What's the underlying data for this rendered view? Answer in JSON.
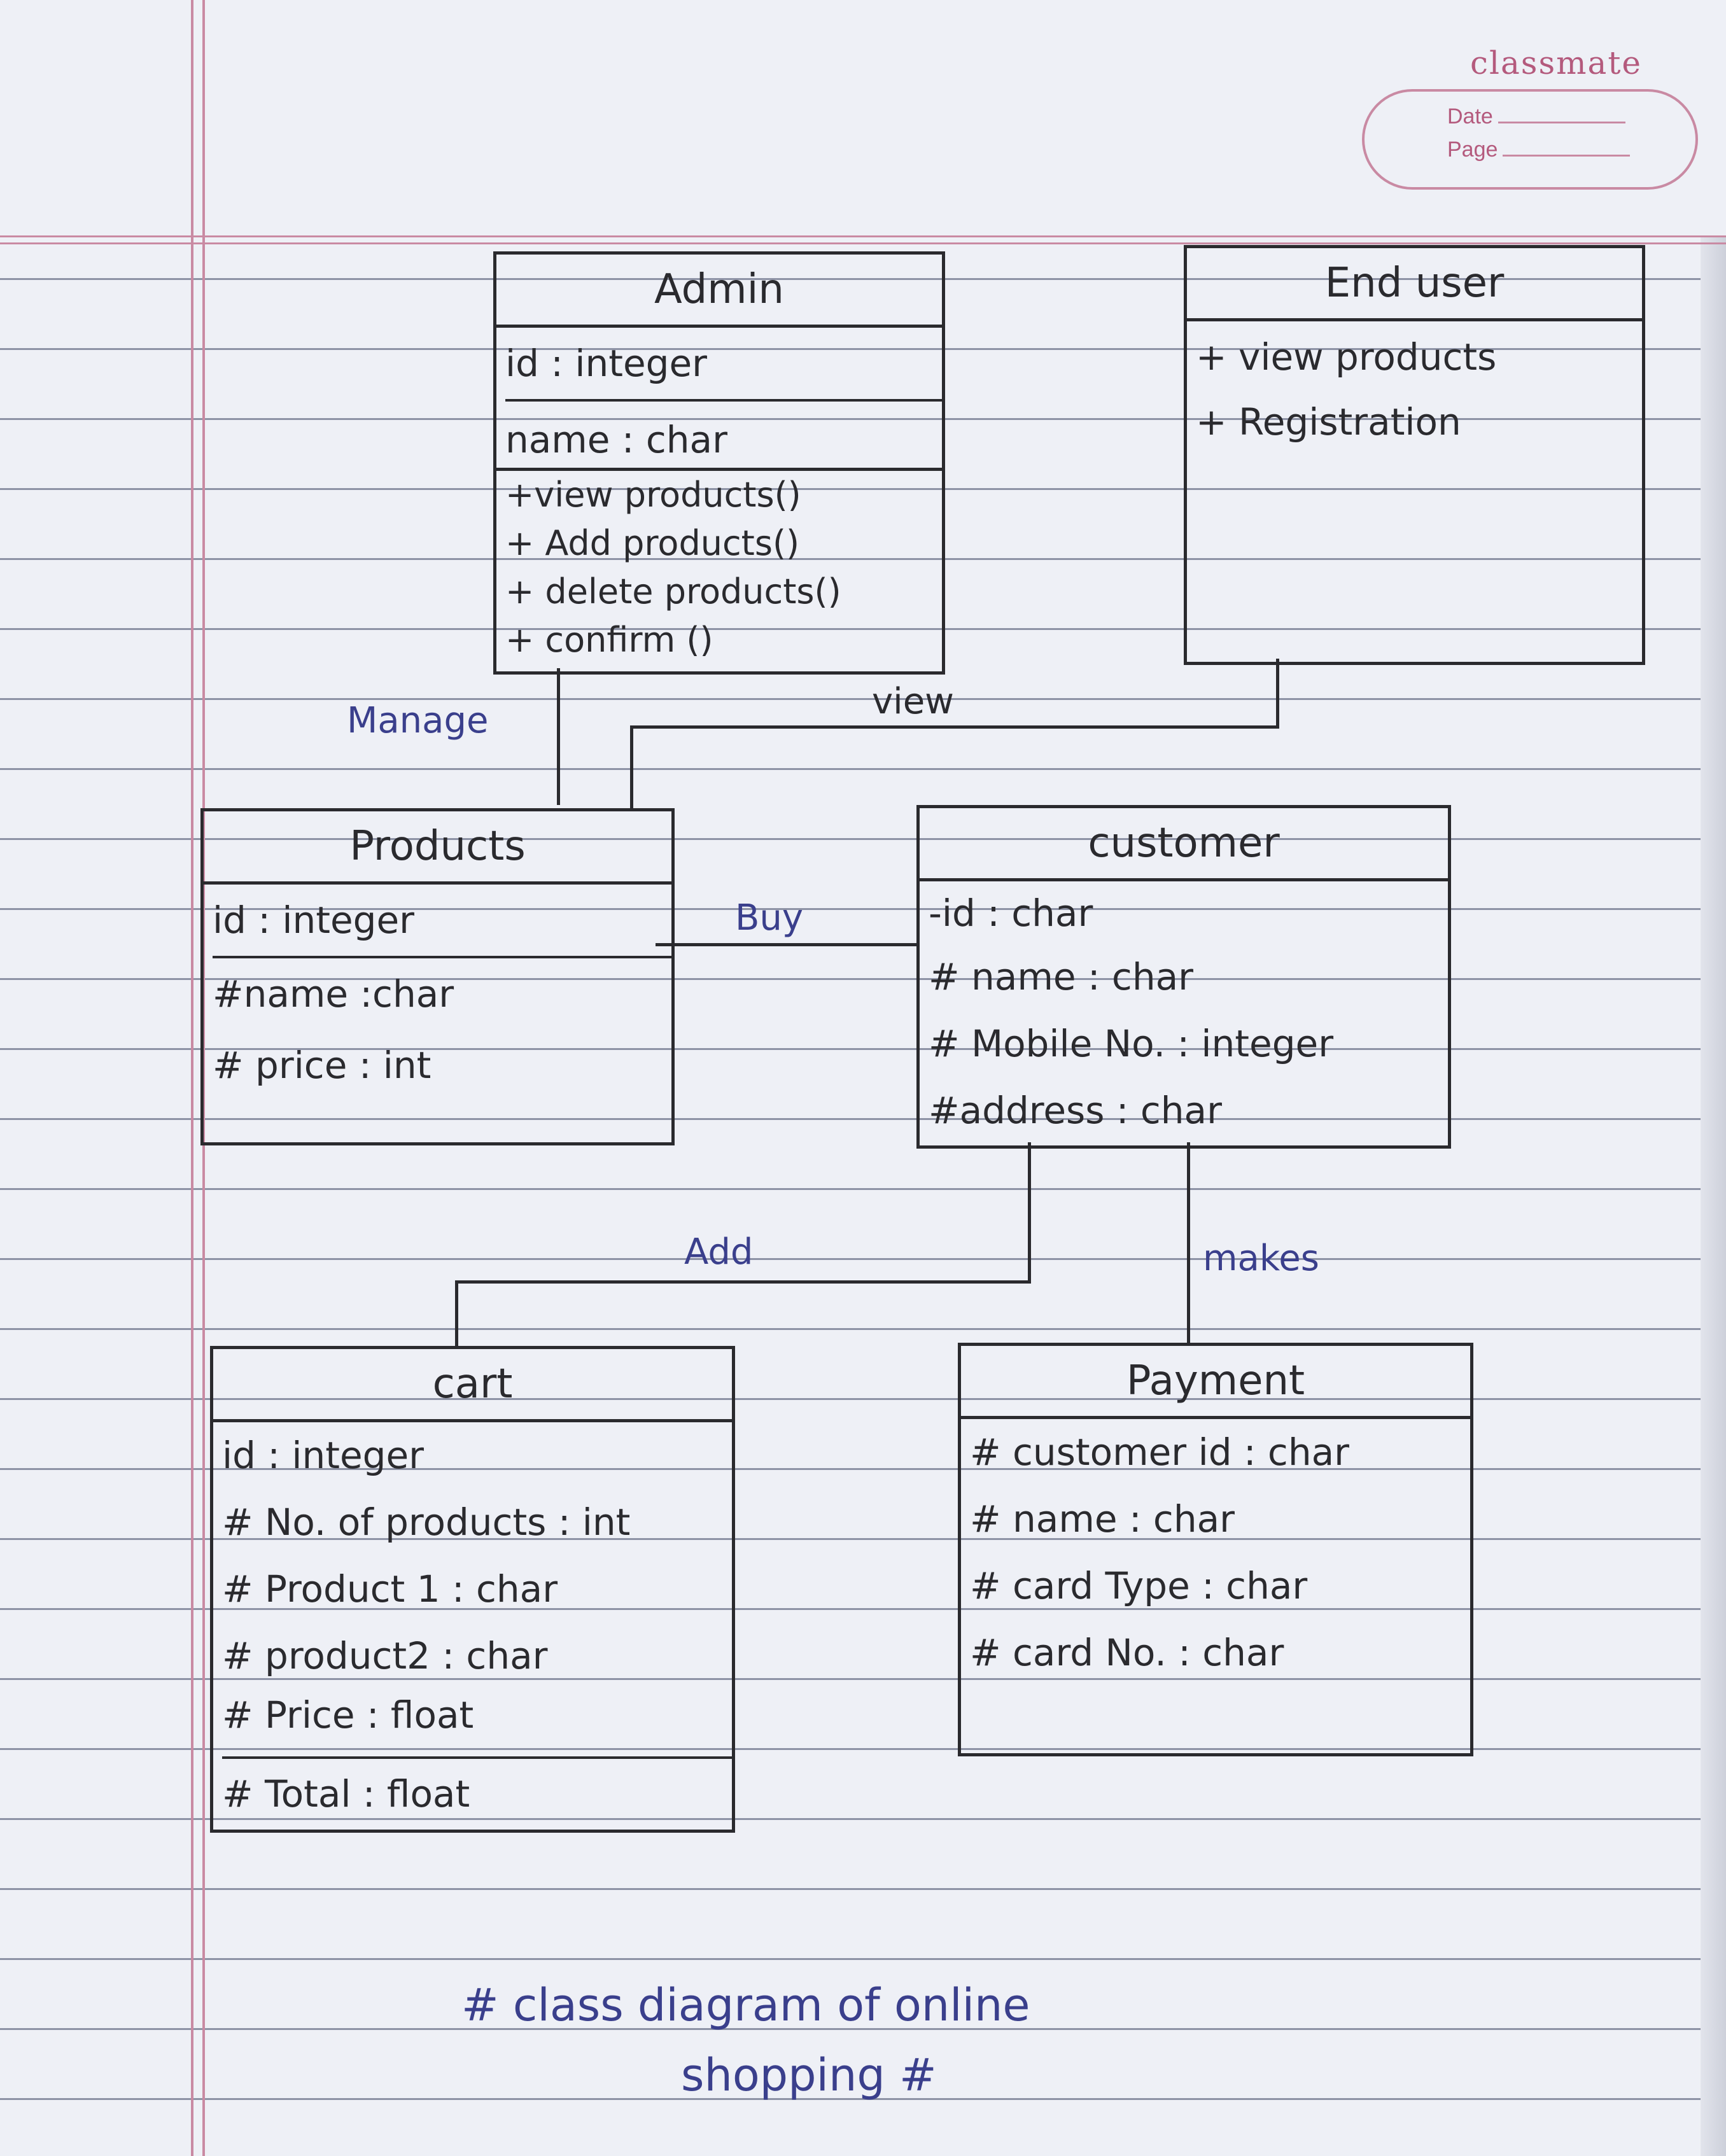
{
  "header": {
    "brand": "classmate",
    "date_label": "Date",
    "page_label": "Page"
  },
  "classes": {
    "admin": {
      "name": "Admin",
      "attributes": [
        "id : integer",
        "name : char"
      ],
      "operations": [
        "+view products()",
        "+ Add products()",
        "+ delete products()",
        "+ confirm ()"
      ]
    },
    "end_user": {
      "name": "End user",
      "operations": [
        "+ view products",
        "+ Registration"
      ]
    },
    "products": {
      "name": "Products",
      "attributes": [
        "id : integer",
        "#name :char",
        "# price : int"
      ]
    },
    "customer": {
      "name": "customer",
      "attributes": [
        "-id : char",
        "# name : char",
        "# Mobile No. : integer",
        "#address : char"
      ]
    },
    "cart": {
      "name": "cart",
      "attributes": [
        "id : integer",
        "# No. of products : int",
        "# Product 1 : char",
        "# product2 : char",
        "# Price : float",
        "# Total : float"
      ]
    },
    "payment": {
      "name": "Payment",
      "attributes": [
        "# customer id : char",
        "# name : char",
        "# card Type : char",
        "# card No. : char"
      ]
    }
  },
  "relations": {
    "manage": "Manage",
    "view": "view",
    "buy": "Buy",
    "add": "Add",
    "makes": "makes"
  },
  "caption": {
    "line1": "# class diagram of online",
    "line2": "shopping #"
  },
  "colors": {
    "ink": "#2a2a2e",
    "blue_ink": "#3a3f8c",
    "margin_pink": "#c98aa3",
    "paper": "#eef0f6"
  }
}
